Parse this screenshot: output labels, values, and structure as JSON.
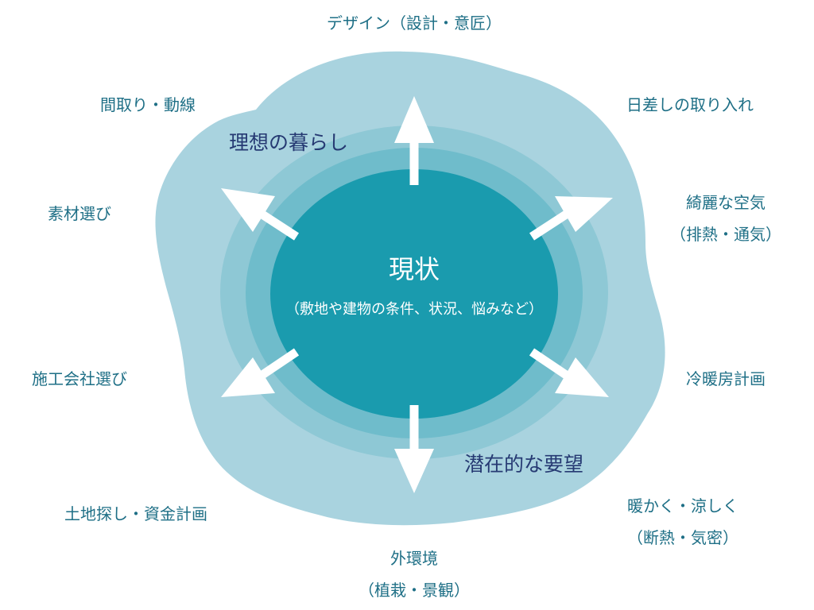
{
  "center": {
    "title": "現状",
    "subtitle": "（敷地や建物の条件、状況、悩みなど）"
  },
  "zones": {
    "ideal": "理想の暮らし",
    "latent": "潜在的な要望"
  },
  "items": {
    "design": "デザイン（設計・意匠）",
    "layout": "間取り・動線",
    "sunlight": "日差しの取り入れ",
    "materials": "素材選び",
    "clean_air_1": "綺麗な空気",
    "clean_air_2": "（排熱・通気）",
    "hvac": "冷暖房計画",
    "contractor": "施工会社選び",
    "land_funds": "土地探し・資金計画",
    "warm_cool_1": "暖かく・涼しく",
    "warm_cool_2": "（断熱・気密）",
    "exterior_1": "外環境",
    "exterior_2": "（植栽・景観）"
  },
  "colors": {
    "outer_blob": "#a9d3df",
    "ring_outer": "#8ec8d5",
    "ring_mid": "#6fbccb",
    "core": "#1a9bae",
    "arrow": "#ffffff",
    "label_teal": "#1e6f86",
    "label_navy": "#263a73",
    "center_text": "#ffffff"
  }
}
